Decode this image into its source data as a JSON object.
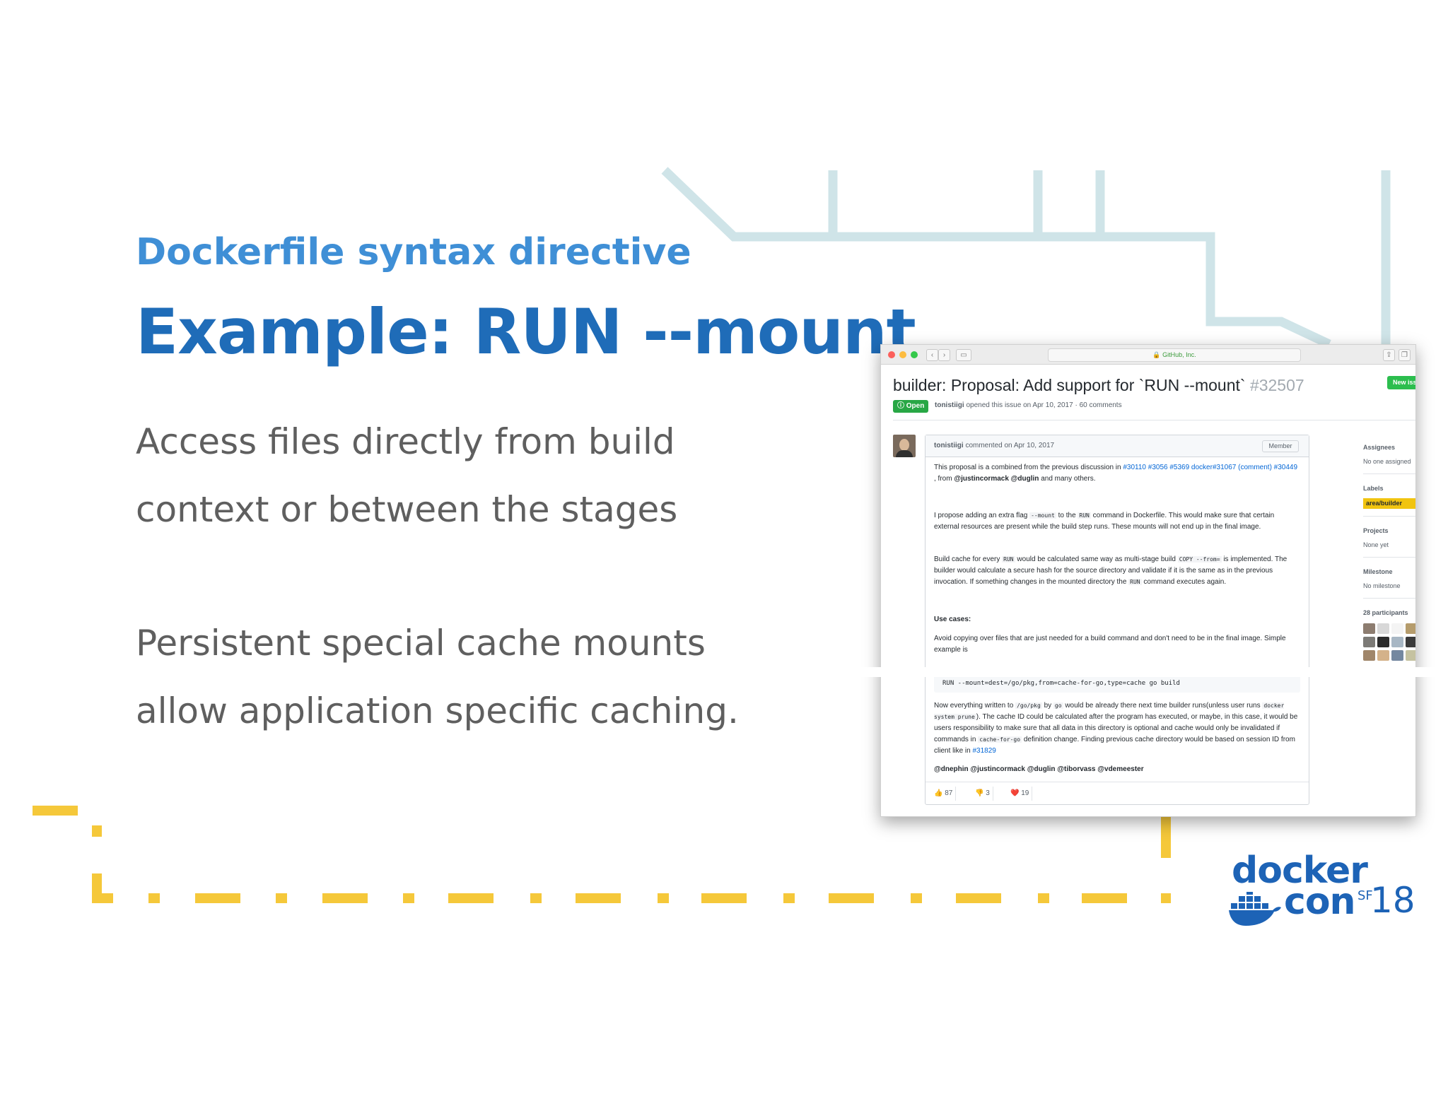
{
  "slide": {
    "kicker": "Dockerfile syntax directive",
    "headline": "Example: RUN --mount",
    "body_lines": [
      "Access files directly from build",
      "context or between the stages",
      "Persistent special cache mounts",
      "allow application specific caching."
    ]
  },
  "browser": {
    "url_text": "GitHub, Inc.",
    "issue": {
      "title": "builder: Proposal: Add support for `RUN --mount`",
      "number": "#32507",
      "new_issue_label": "New iss",
      "status": "Open",
      "author": "tonistiigi",
      "opened_text": "opened this issue on Apr 10, 2017 · 60 comments"
    },
    "comment": {
      "author": "tonistiigi",
      "meta": "commented on Apr 10, 2017",
      "role_tag": "Member",
      "p1_text": "This proposal is a combined from the previous discussion in",
      "p1_links": "#30110 #3056 #5369 docker#31067",
      "p1_link2": "(comment) #30449",
      "p1_tail_prefix": ", from",
      "p1_mentions": "@justincormack @duglin",
      "p1_tail_suffix": "and many others.",
      "p2_a": "I propose adding an extra flag",
      "p2_flag": "--mount",
      "p2_b": "to the",
      "p2_run": "RUN",
      "p2_c": "command in Dockerfile. This would make sure that certain external resources are present while the build step runs. These mounts will not end up in the final image.",
      "p3_a": "Build cache for every",
      "p3_run": "RUN",
      "p3_b": "would be calculated same way as multi-stage build",
      "p3_copy": "COPY --from=",
      "p3_c": "is implemented. The builder would calculate a secure hash for the source directory and validate if it is the same as in the previous invocation. If something changes in the mounted directory the",
      "p3_run2": "RUN",
      "p3_d": "command executes again.",
      "use_cases_heading": "Use cases:",
      "p4": "Avoid copying over files that are just needed for a build command and don't need to be in the final image. Simple example is",
      "code": "RUN --mount=dest=/go/pkg,from=cache-for-go,type=cache go build",
      "p5_a": "Now everything written to",
      "p5_path": "/go/pkg",
      "p5_b": "by",
      "p5_go": "go",
      "p5_c": "would be already there next time builder runs(unless user runs",
      "p5_prune": "docker system prune",
      "p5_d": "). The cache ID could be calculated after the program has executed, or maybe, in this case, it would be users responsibility to make sure that all data in this directory is optional and cache would only be invalidated if commands in",
      "p5_cache": "cache-for-go",
      "p5_e": "definition change. Finding previous cache directory would be based on session ID from client like in",
      "p5_link": "#31829",
      "mentions": "@dnephin @justincormack @duglin @tiborvass @vdemeester",
      "reactions": [
        {
          "emoji": "👍",
          "count": "87"
        },
        {
          "emoji": "👎",
          "count": "3"
        },
        {
          "emoji": "❤️",
          "count": "19"
        }
      ]
    },
    "sidebar": {
      "assignees_label": "Assignees",
      "assignees_value": "No one assigned",
      "labels_label": "Labels",
      "label_pill": "area/builder",
      "projects_label": "Projects",
      "projects_value": "None yet",
      "milestone_label": "Milestone",
      "milestone_value": "No milestone",
      "participants_label": "28 participants"
    }
  },
  "logo": {
    "line1": "docker",
    "line2": "con",
    "sf": "SF",
    "year": "18"
  },
  "colors": {
    "kicker": "#3f8fd6",
    "headline": "#1f6cb8",
    "body_text": "#5f5f5f",
    "accent_yellow": "#f5c83a",
    "line_teal": "#cfe4e8",
    "docker_blue": "#1d63b6"
  }
}
